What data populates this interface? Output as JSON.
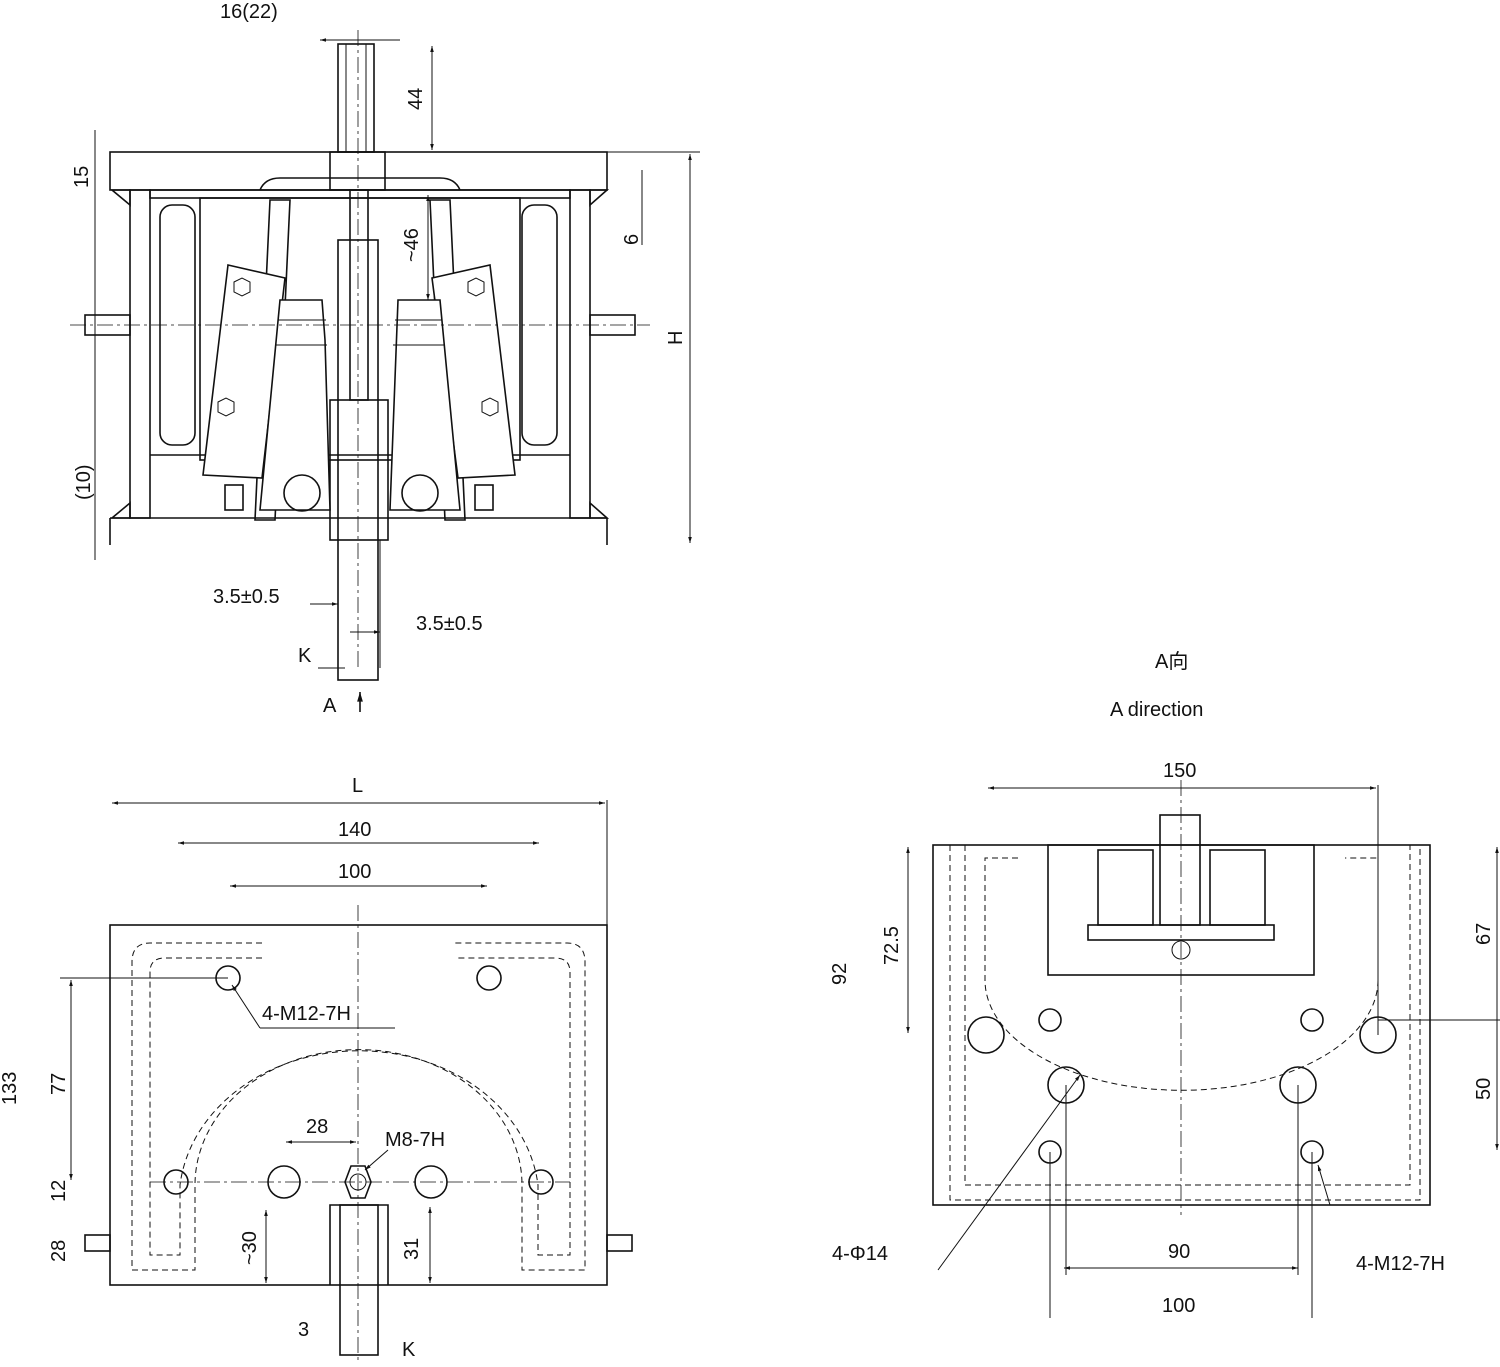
{
  "front_view": {
    "dims": {
      "shaft_width": "16(22)",
      "nut_height": "44",
      "plate_thickness": "15",
      "wedge_travel": "~46",
      "gap_top": "6",
      "height": "H",
      "bottom_gap": "(10)",
      "clearance_left": "3.5±0.5",
      "clearance_right": "3.5±0.5",
      "section_mark": "K",
      "view_mark": "A"
    }
  },
  "plan_view": {
    "dims": {
      "length": "L",
      "hole_span_outer": "140",
      "hole_span_inner": "100",
      "thread_holes": "4-M12-7H",
      "depth": "133",
      "hole_offset": "77",
      "small_span": "28",
      "center_thread": "M8-7H",
      "offset_12": "12",
      "bottom_28": "28",
      "approx_30": "~30",
      "dim_31": "31",
      "dim_3": "3",
      "section_mark": "K"
    }
  },
  "a_view": {
    "title_cn": "A向",
    "title_en": "A direction",
    "dims": {
      "width": "150",
      "height_92": "92",
      "height_72": "72.5",
      "right_67": "67",
      "right_50": "50",
      "through_holes": "4-Φ14",
      "span_90": "90",
      "span_100": "100",
      "thread_holes": "4-M12-7H"
    }
  }
}
